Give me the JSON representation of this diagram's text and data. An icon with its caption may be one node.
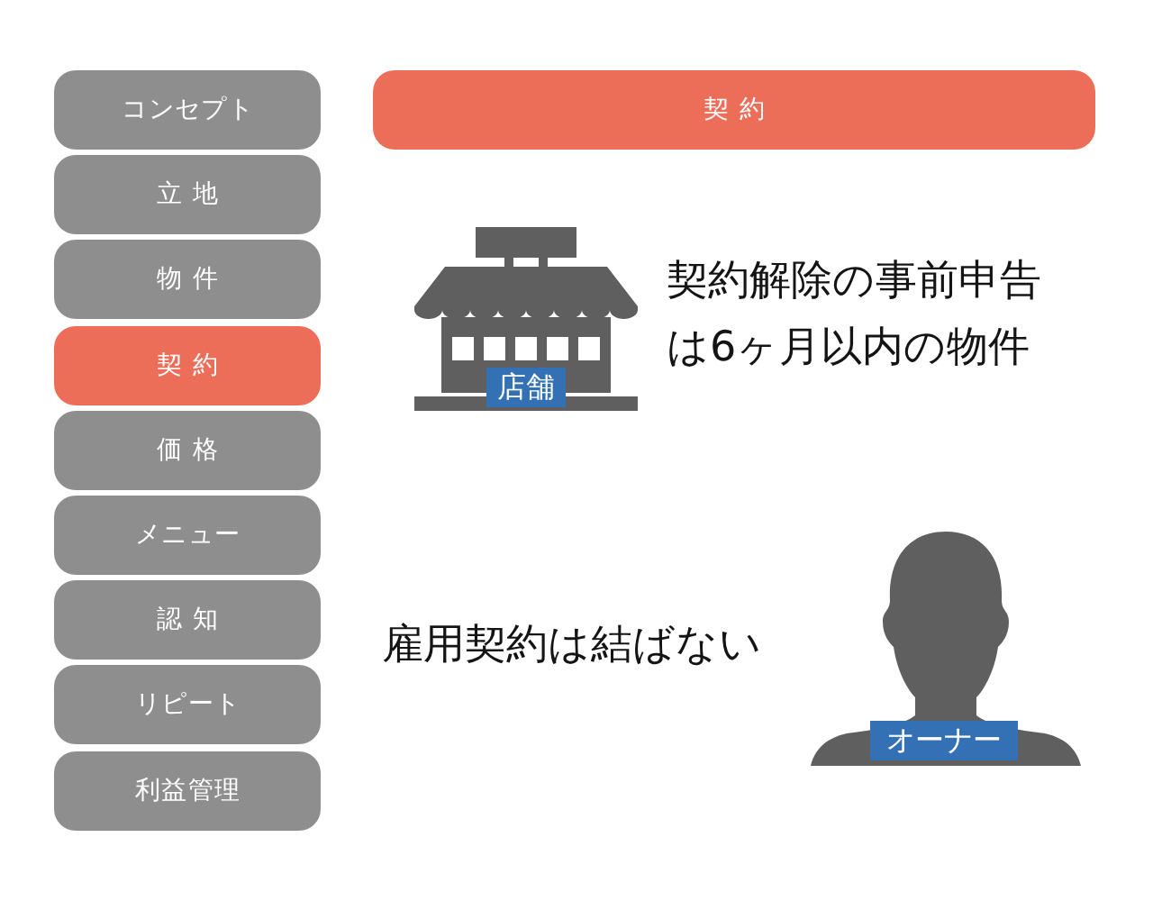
{
  "diagram": {
    "nodes": [
      {
        "text": [
          "コンセプト"
        ]
      },
      {
        "text": [
          "立地"
        ]
      },
      {
        "text": [
          "物件"
        ]
      },
      {
        "text": [
          "契約"
        ]
      },
      {
        "text": [
          "価格"
        ]
      },
      {
        "text": [
          "メニュー"
        ]
      },
      {
        "text": [
          "認知"
        ]
      },
      {
        "text": [
          "リピート"
        ]
      },
      {
        "text": [
          "利益管理"
        ]
      },
      {
        "text": [
          "契約"
        ]
      },
      {
        "text": [
          "店舗"
        ]
      },
      {
        "text": [
          "オーナー"
        ]
      }
    ],
    "edges": [],
    "labels": [
      "契約解除の事前申告は6ヶ月以内の物件",
      "雇用契約は結ばない"
    ]
  }
}
